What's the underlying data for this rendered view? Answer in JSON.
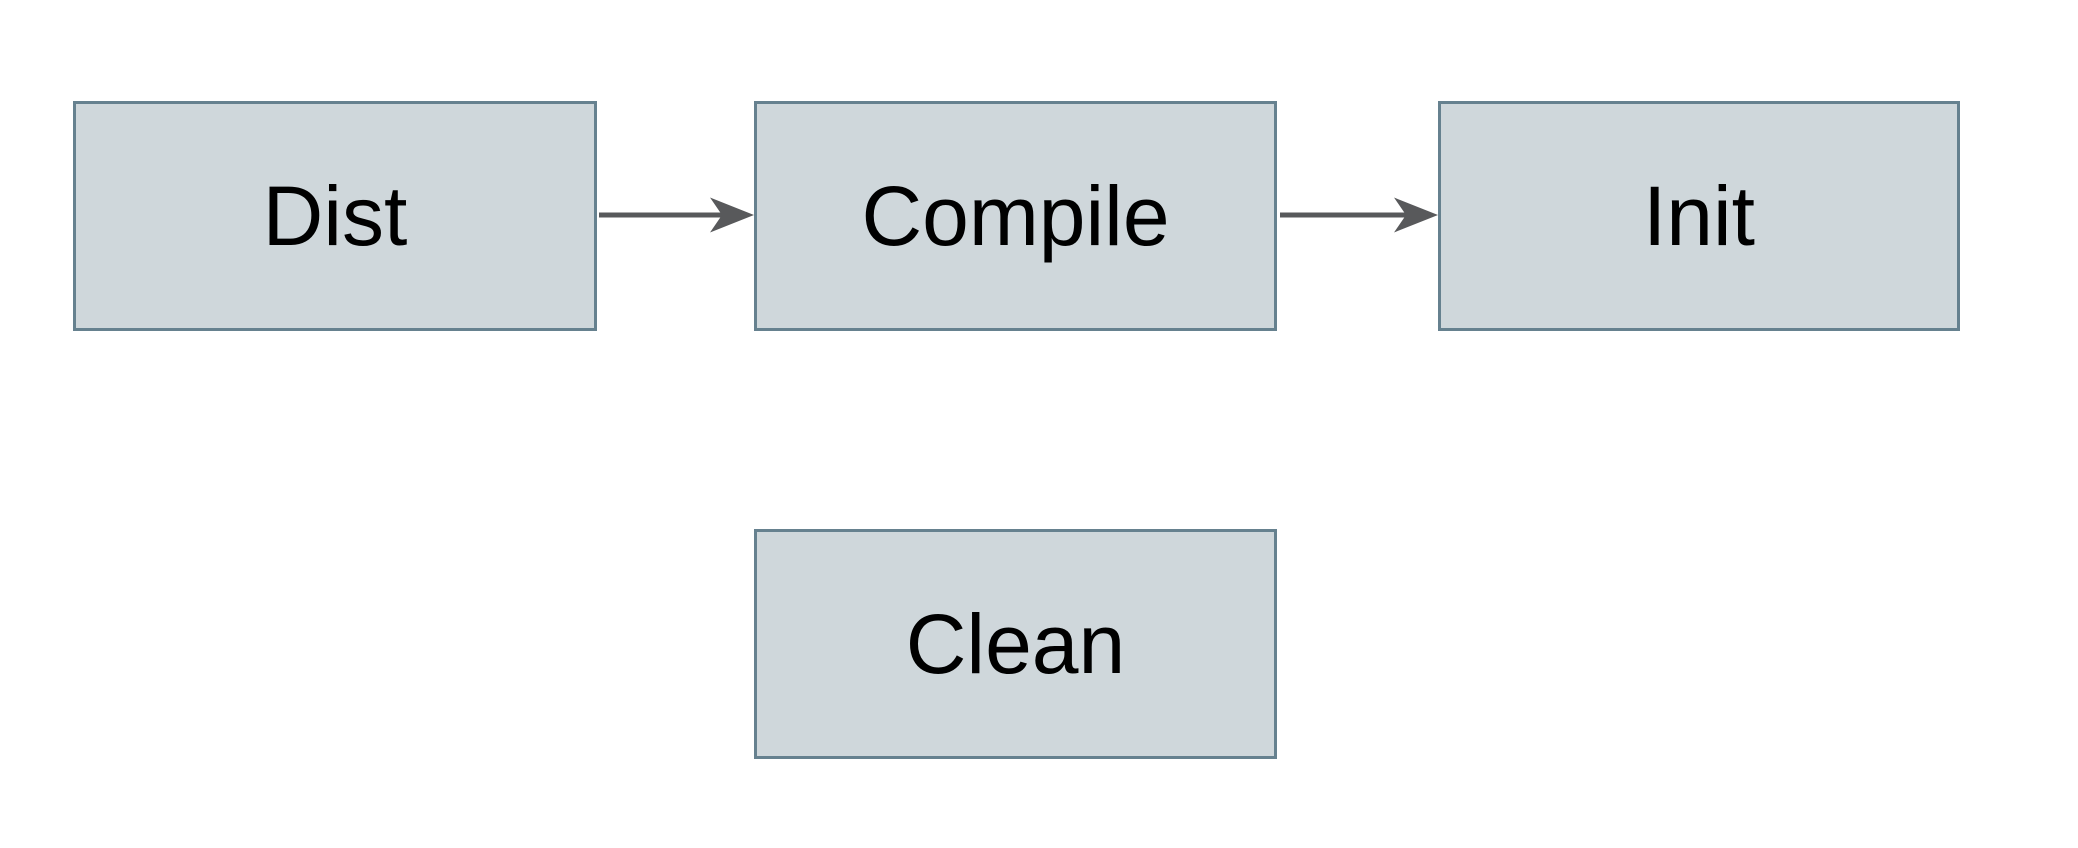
{
  "diagram": {
    "type": "flowchart",
    "nodes": [
      {
        "id": "dist",
        "label": "Dist"
      },
      {
        "id": "compile",
        "label": "Compile"
      },
      {
        "id": "init",
        "label": "Init"
      },
      {
        "id": "clean",
        "label": "Clean"
      }
    ],
    "edges": [
      {
        "from": "Dist",
        "to": "Compile",
        "style": "solid-arrow"
      },
      {
        "from": "Compile",
        "to": "Init",
        "style": "solid-arrow"
      }
    ],
    "colors": {
      "node_fill": "#cfd7db",
      "node_border": "#66818f",
      "arrow": "#58595b",
      "text": "#000000",
      "background": "#ffffff"
    }
  }
}
